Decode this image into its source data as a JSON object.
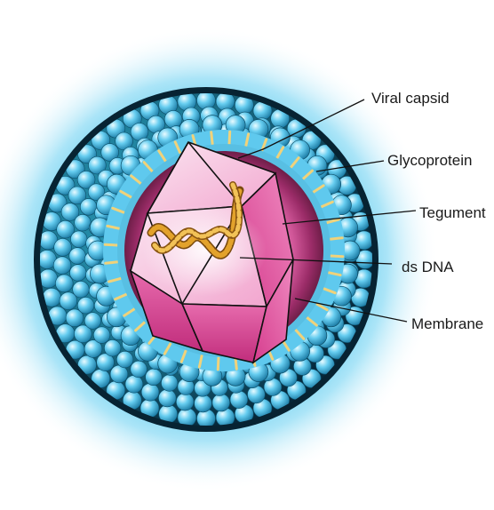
{
  "labels": {
    "viral_capsid": "Viral capsid",
    "glycoprotein": "Glycoprotein",
    "tegument": "Tegument",
    "ds_dna": "ds DNA",
    "membrane": "Membrane"
  },
  "colors": {
    "halo": "#3fc0ea",
    "sphere_outer": "#2a8fb0",
    "sphere_dark": "#0b3d52",
    "bead": "#56c7ec",
    "membrane": "#6fd0f0",
    "glycoprotein_stick": "#f0d27a",
    "tegument": "#b8387a",
    "capsid": "#e65aa8",
    "dna": "#d8921f",
    "line": "#111111"
  }
}
